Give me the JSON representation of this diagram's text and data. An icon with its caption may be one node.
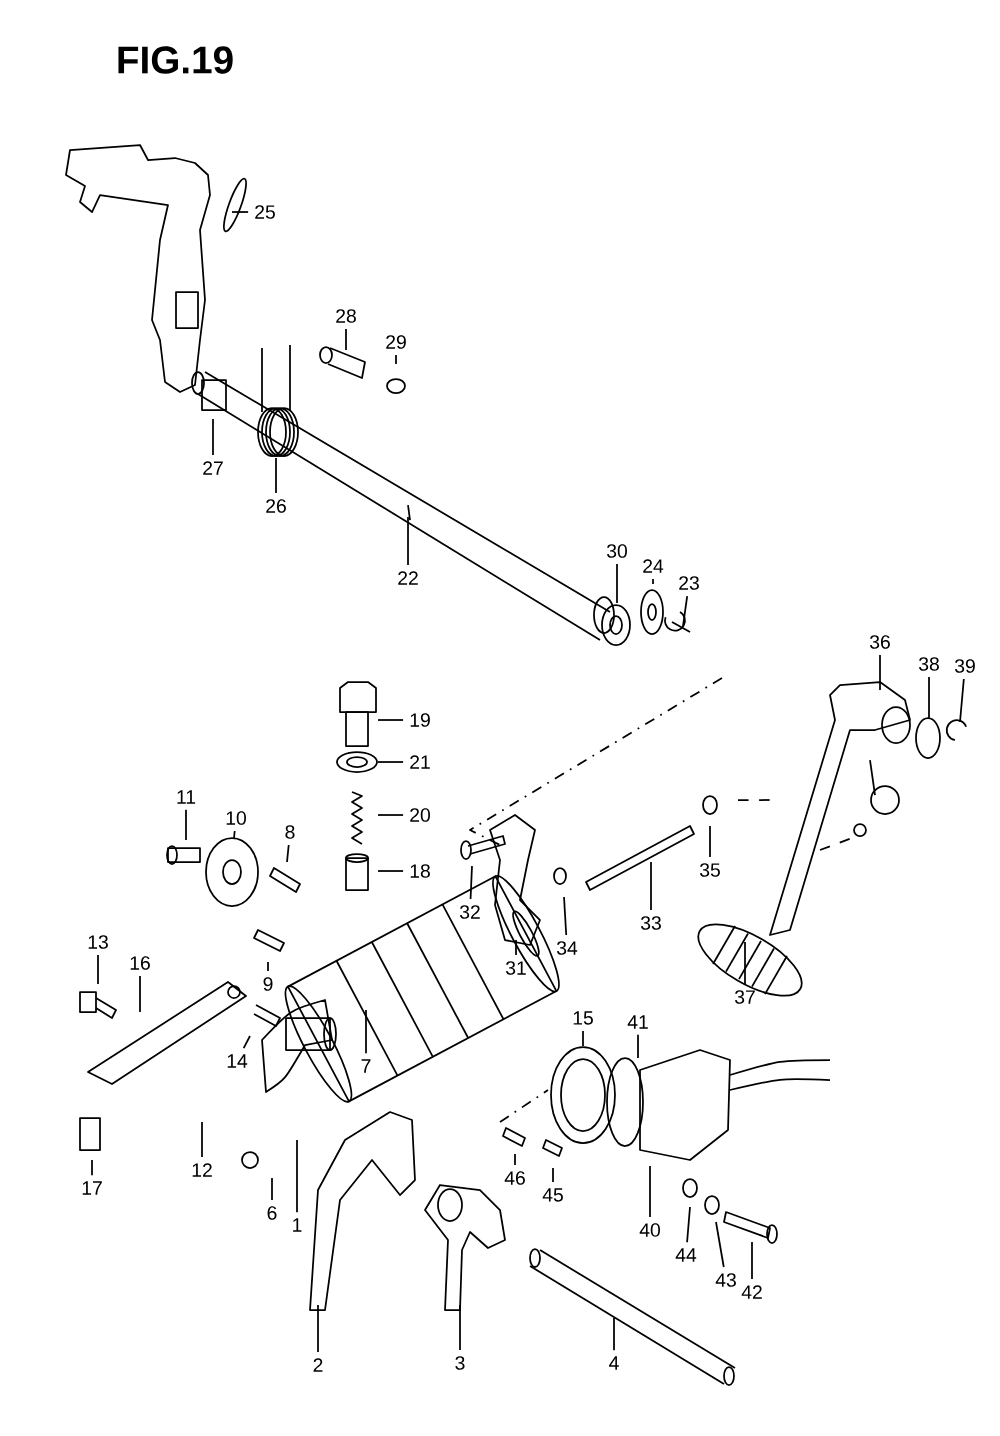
{
  "diagram": {
    "title": "FIG.19",
    "nodes": [
      {
        "text": [
          "25"
        ]
      },
      {
        "text": [
          "28"
        ]
      },
      {
        "text": [
          "29"
        ]
      },
      {
        "text": [
          "27"
        ]
      },
      {
        "text": [
          "26"
        ]
      },
      {
        "text": [
          "22"
        ]
      },
      {
        "text": [
          "30"
        ]
      },
      {
        "text": [
          "24"
        ]
      },
      {
        "text": [
          "23"
        ]
      },
      {
        "text": [
          "36"
        ]
      },
      {
        "text": [
          "38"
        ]
      },
      {
        "text": [
          "39"
        ]
      },
      {
        "text": [
          "19"
        ]
      },
      {
        "text": [
          "21"
        ]
      },
      {
        "text": [
          "20"
        ]
      },
      {
        "text": [
          "11"
        ]
      },
      {
        "text": [
          "10"
        ]
      },
      {
        "text": [
          "8"
        ]
      },
      {
        "text": [
          "18"
        ]
      },
      {
        "text": [
          "32"
        ]
      },
      {
        "text": [
          "35"
        ]
      },
      {
        "text": [
          "33"
        ]
      },
      {
        "text": [
          "13"
        ]
      },
      {
        "text": [
          "16"
        ]
      },
      {
        "text": [
          "31"
        ]
      },
      {
        "text": [
          "34"
        ]
      },
      {
        "text": [
          "9"
        ]
      },
      {
        "text": [
          "37"
        ]
      },
      {
        "text": [
          "15"
        ]
      },
      {
        "text": [
          "41"
        ]
      },
      {
        "text": [
          "14"
        ]
      },
      {
        "text": [
          "7"
        ]
      },
      {
        "text": [
          "12"
        ]
      },
      {
        "text": [
          "17"
        ]
      },
      {
        "text": [
          "46"
        ]
      },
      {
        "text": [
          "45"
        ]
      },
      {
        "text": [
          "1"
        ]
      },
      {
        "text": [
          "6"
        ]
      },
      {
        "text": [
          "40"
        ]
      },
      {
        "text": [
          "44"
        ]
      },
      {
        "text": [
          "43"
        ]
      },
      {
        "text": [
          "42"
        ]
      },
      {
        "text": [
          "2"
        ]
      },
      {
        "text": [
          "3"
        ]
      },
      {
        "text": [
          "4"
        ]
      }
    ],
    "edges": [
      {
        "from": 0,
        "to": null,
        "arrow": "none"
      },
      {
        "from": 1,
        "to": null,
        "arrow": "none"
      },
      {
        "from": 2,
        "to": null,
        "arrow": "none"
      },
      {
        "from": 3,
        "to": null,
        "arrow": "none"
      },
      {
        "from": 4,
        "to": null,
        "arrow": "none"
      },
      {
        "from": 5,
        "to": null,
        "arrow": "none"
      },
      {
        "from": 6,
        "to": null,
        "arrow": "none"
      },
      {
        "from": 7,
        "to": null,
        "arrow": "none"
      },
      {
        "from": 8,
        "to": null,
        "arrow": "none"
      },
      {
        "from": 9,
        "to": null,
        "arrow": "none"
      },
      {
        "from": 10,
        "to": null,
        "arrow": "none"
      },
      {
        "from": 11,
        "to": null,
        "arrow": "none"
      },
      {
        "from": 12,
        "to": null,
        "arrow": "none"
      },
      {
        "from": 13,
        "to": null,
        "arrow": "none"
      },
      {
        "from": 14,
        "to": null,
        "arrow": "none"
      },
      {
        "from": 15,
        "to": null,
        "arrow": "none"
      },
      {
        "from": 16,
        "to": null,
        "arrow": "none"
      },
      {
        "from": 17,
        "to": null,
        "arrow": "none"
      },
      {
        "from": 18,
        "to": null,
        "arrow": "none"
      },
      {
        "from": 19,
        "to": null,
        "arrow": "none"
      },
      {
        "from": 20,
        "to": null,
        "arrow": "none"
      },
      {
        "from": 21,
        "to": null,
        "arrow": "none"
      },
      {
        "from": 22,
        "to": null,
        "arrow": "none"
      },
      {
        "from": 23,
        "to": null,
        "arrow": "none"
      },
      {
        "from": 24,
        "to": null,
        "arrow": "none"
      },
      {
        "from": 25,
        "to": null,
        "arrow": "none"
      },
      {
        "from": 26,
        "to": null,
        "arrow": "none"
      },
      {
        "from": 27,
        "to": null,
        "arrow": "none"
      },
      {
        "from": 28,
        "to": null,
        "arrow": "none"
      },
      {
        "from": 29,
        "to": null,
        "arrow": "none"
      },
      {
        "from": 30,
        "to": null,
        "arrow": "none"
      },
      {
        "from": 31,
        "to": null,
        "arrow": "none"
      },
      {
        "from": 32,
        "to": null,
        "arrow": "none"
      },
      {
        "from": 33,
        "to": null,
        "arrow": "none"
      },
      {
        "from": 34,
        "to": null,
        "arrow": "none"
      },
      {
        "from": 35,
        "to": null,
        "arrow": "none"
      },
      {
        "from": 36,
        "to": null,
        "arrow": "none"
      },
      {
        "from": 37,
        "to": null,
        "arrow": "none"
      },
      {
        "from": 38,
        "to": null,
        "arrow": "none"
      },
      {
        "from": 39,
        "to": null,
        "arrow": "none"
      },
      {
        "from": 40,
        "to": null,
        "arrow": "none"
      },
      {
        "from": 41,
        "to": null,
        "arrow": "none"
      },
      {
        "from": 42,
        "to": null,
        "arrow": "none"
      },
      {
        "from": 43,
        "to": null,
        "arrow": "none"
      },
      {
        "from": 44,
        "to": null,
        "arrow": "none"
      }
    ]
  }
}
